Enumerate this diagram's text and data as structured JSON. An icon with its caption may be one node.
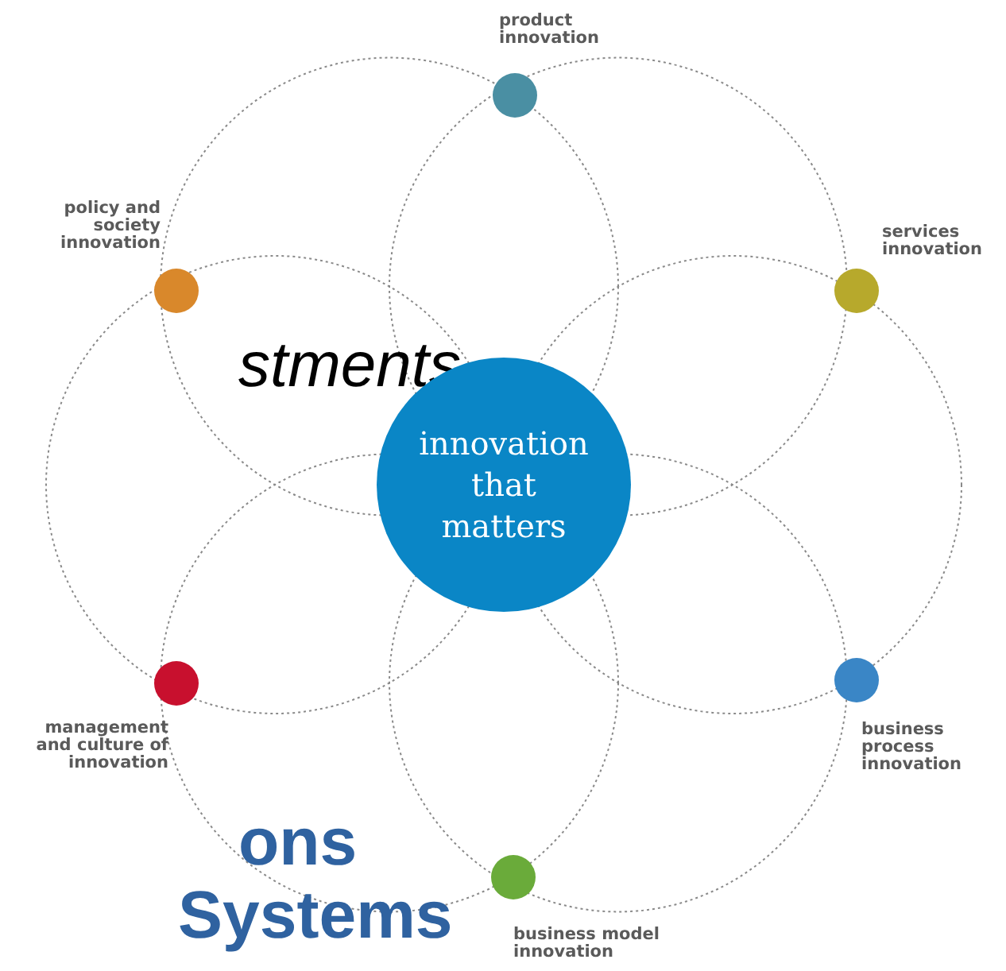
{
  "diagram": {
    "nodes": [
      {
        "text": [],
        "shape": "circle",
        "beside": [
          "product innovation"
        ]
      },
      {
        "text": [],
        "shape": "circle",
        "beside": [
          "policy and society innovation"
        ]
      },
      {
        "text": [],
        "shape": "circle",
        "beside": [
          "services innovation"
        ]
      },
      {
        "text": [
          "innovation that matters"
        ]
      },
      {
        "text": [],
        "shape": "circle",
        "beside": [
          "management and culture of innovation"
        ]
      },
      {
        "text": [],
        "shape": "circle",
        "beside": [
          "business process innovation"
        ]
      },
      {
        "text": [],
        "shape": "circle",
        "beside": [
          "business model innovation"
        ]
      }
    ],
    "edges": [],
    "labels": [
      "stments",
      "ons",
      "Systems"
    ]
  }
}
